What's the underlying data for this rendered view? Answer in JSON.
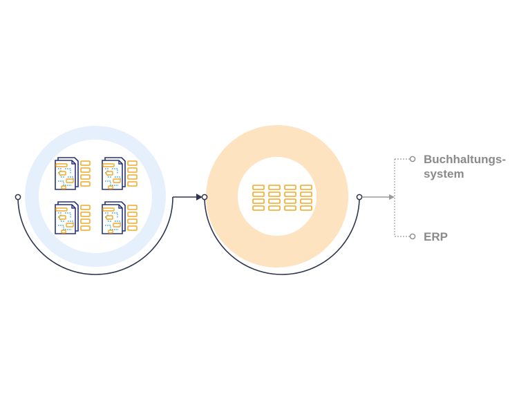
{
  "targets": {
    "accounting_line1": "Buchhaltungs-",
    "accounting_line2": "system",
    "erp": "ERP"
  },
  "colors": {
    "blue_ring": "#e6f0fd",
    "orange_ring": "#fde3c0",
    "line": "#2f3450",
    "connector_gray": "#9a9a9a",
    "field_orange": "#f3a824",
    "doc_navy": "#27307a",
    "doc_cyan": "#3aa9d8"
  },
  "icons": {
    "documents": "invoice-document-icon",
    "extracted_fields": "data-field-icon"
  },
  "counts": {
    "documents": 4,
    "extracted_field_rows": 4,
    "extracted_field_columns": 4
  }
}
